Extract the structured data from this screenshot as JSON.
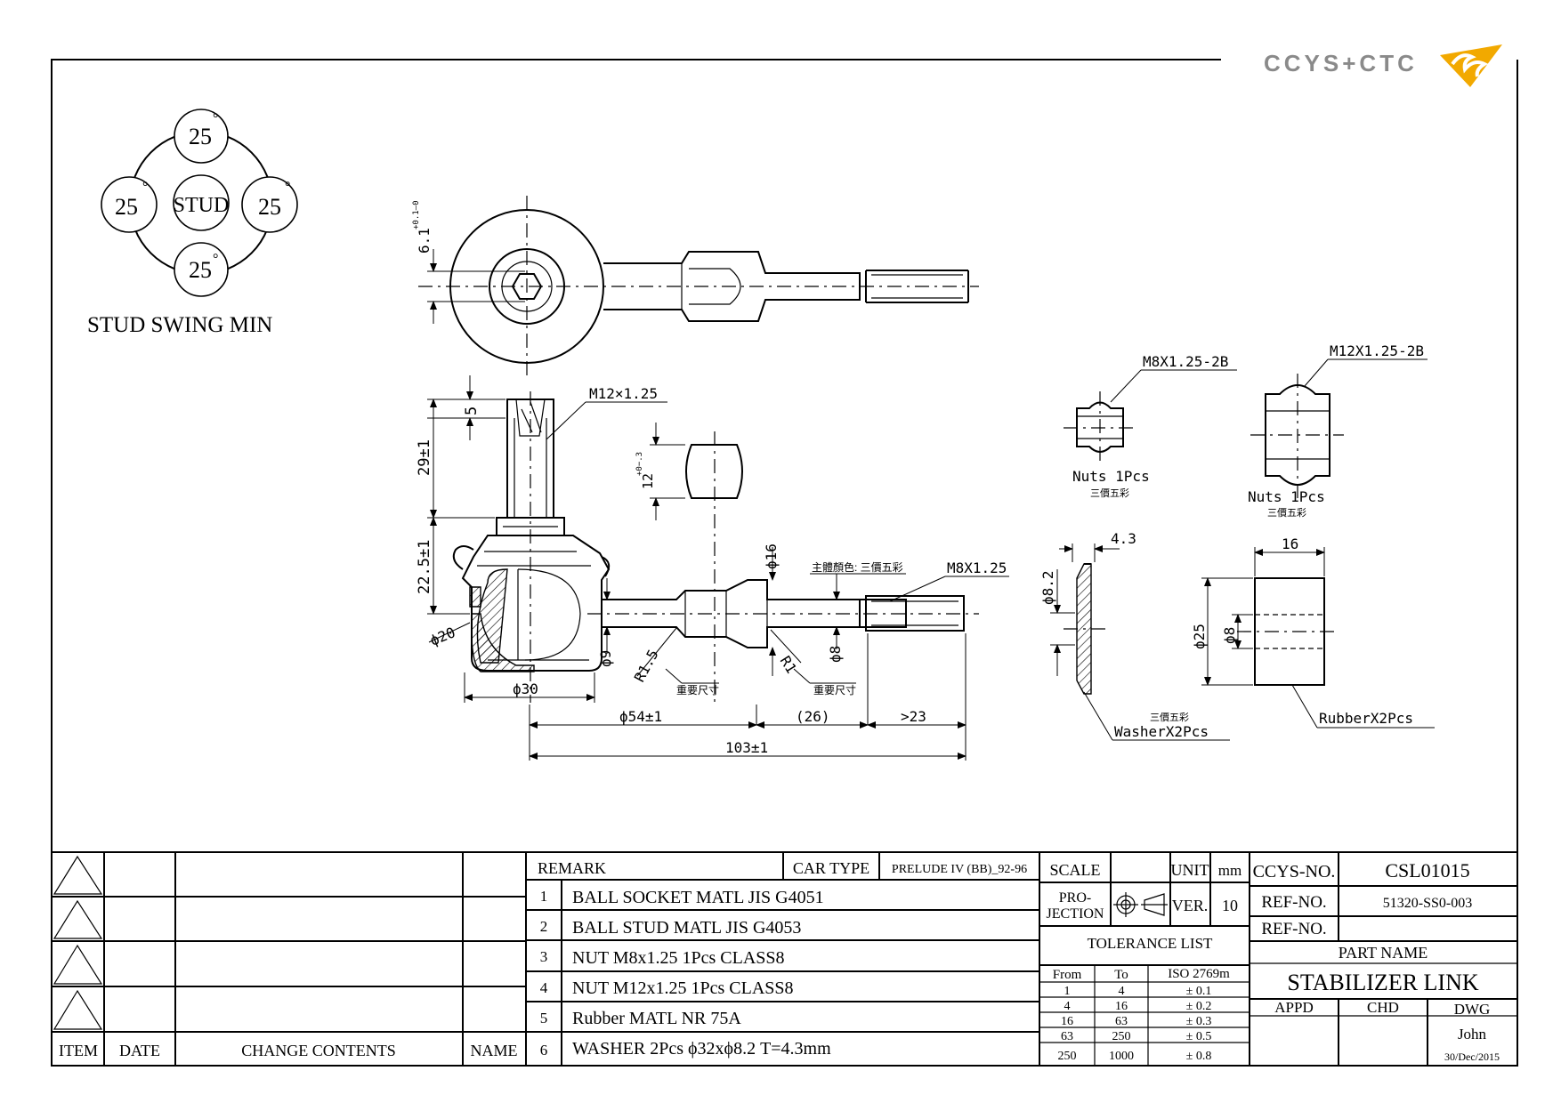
{
  "brand": {
    "logo_text": "CCYS+CTC"
  },
  "swing": {
    "center": "STUD",
    "angles": [
      "25",
      "25",
      "25",
      "25"
    ],
    "degree": "°",
    "caption": "STUD SWING MIN"
  },
  "dims": {
    "d_6_1": "6.1",
    "d_6_1_tol": "+0.1–0",
    "d_m12": "M12×1.25",
    "d_5": "5",
    "d_29": "29±1",
    "d_22_5": "22.5±1",
    "d_12": "12",
    "d_12_tol": "+0−.3",
    "d_phi16": "ϕ16",
    "d_m8": "M8X1.25",
    "d_phi20": "ϕ20",
    "d_phi9": "ϕ9",
    "d_r15": "R1.5",
    "d_r1": "R1",
    "d_phi8": "ϕ8",
    "d_phi30": "ϕ30",
    "d_phi54": "ϕ54±1",
    "d_26": "(26)",
    "d_23": ">23",
    "d_103": "103±1",
    "note_color": "主體顏色: 三價五彩",
    "note_important_1": "重要尺寸",
    "note_important_2": "重要尺寸"
  },
  "parts": {
    "nut1_thread": "M8X1.25-2B",
    "nut1_label": "Nuts 1Pcs",
    "nut1_sub": "三價五彩",
    "nut2_thread": "M12X1.25-2B",
    "nut2_label": "Nuts 1Pcs",
    "nut2_sub": "三價五彩",
    "washer_t": "4.3",
    "washer_id": "ϕ8.2",
    "washer_sub": "三價五彩",
    "washer_label": "WasherX2Pcs",
    "rubber_w": "16",
    "rubber_od": "ϕ25",
    "rubber_id": "ϕ8",
    "rubber_label": "RubberX2Pcs"
  },
  "revision": {
    "headers": {
      "item": "ITEM",
      "date": "DATE",
      "change": "CHANGE CONTENTS",
      "name": "NAME"
    }
  },
  "remark": {
    "label": "REMARK",
    "car_type_label": "CAR TYPE",
    "car_type": "PRELUDE IV (BB)_92-96",
    "items": [
      {
        "no": "1",
        "text": "BALL SOCKET MATL JIS G4051"
      },
      {
        "no": "2",
        "text": "BALL STUD MATL JIS G4053"
      },
      {
        "no": "3",
        "text": "NUT M8x1.25 1Pcs CLASS8"
      },
      {
        "no": "4",
        "text": "NUT M12x1.25 1Pcs CLASS8"
      },
      {
        "no": "5",
        "text": "Rubber MATL NR 75A"
      },
      {
        "no": "6",
        "text": "WASHER 2Pcs ϕ32xϕ8.2 T=4.3mm"
      }
    ]
  },
  "scale": {
    "scale_label": "SCALE",
    "unit_label": "UNIT",
    "unit": "mm",
    "projection_1": "PRO-",
    "projection_2": "JECTION",
    "ver_label": "VER.",
    "ver": "10",
    "tolerance_label": "TOLERANCE LIST",
    "tol_headers": {
      "from": "From",
      "to": "To",
      "iso": "ISO 2769m"
    },
    "tolerances": [
      {
        "from": "1",
        "to": "4",
        "tol": "± 0.1"
      },
      {
        "from": "4",
        "to": "16",
        "tol": "± 0.2"
      },
      {
        "from": "16",
        "to": "63",
        "tol": "± 0.3"
      },
      {
        "from": "63",
        "to": "250",
        "tol": "± 0.5"
      },
      {
        "from": "250",
        "to": "1000",
        "tol": "± 0.8"
      }
    ]
  },
  "titleblock": {
    "ccys_label": "CCYS-NO.",
    "ccys_no": "CSL01015",
    "ref_label_1": "REF-NO.",
    "ref_no_1": "51320-SS0-003",
    "ref_label_2": "REF-NO.",
    "ref_no_2": "",
    "part_name_label": "PART NAME",
    "part_name": "STABILIZER LINK",
    "appd": "APPD",
    "chd": "CHD",
    "dwg": "DWG",
    "drawer": "John",
    "date": "30/Dec/2015"
  }
}
